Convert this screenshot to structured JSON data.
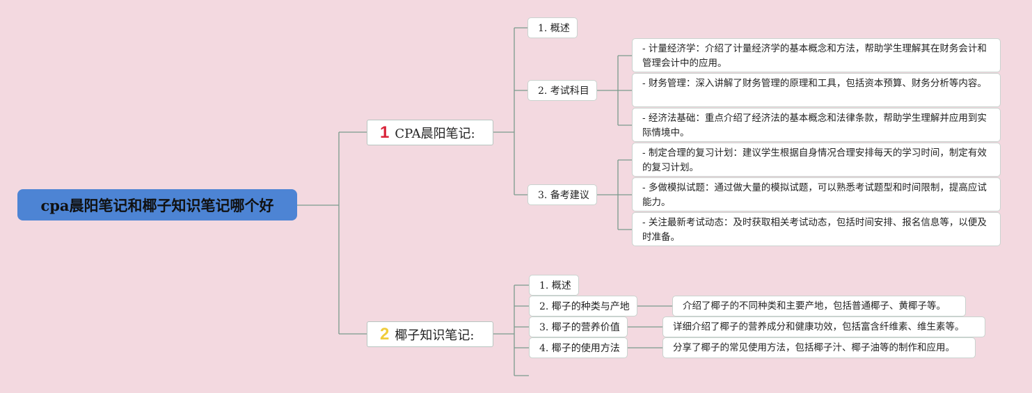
{
  "root": {
    "title": "cpa晨阳笔记和椰子知识笔记哪个好"
  },
  "branches": [
    {
      "number": "1",
      "number_color": "#d9243a",
      "label": "CPA晨阳笔记:",
      "subs": [
        {
          "label": "1. 概述",
          "details": []
        },
        {
          "label": "2. 考试科目",
          "details": [
            "- 计量经济学：介绍了计量经济学的基本概念和方法，帮助学生理解其在财务会计和管理会计中的应用。",
            "- 财务管理：深入讲解了财务管理的原理和工具，包括资本预算、财务分析等内容。",
            "- 经济法基础：重点介绍了经济法的基本概念和法律条款，帮助学生理解并应用到实际情境中。"
          ]
        },
        {
          "label": "3. 备考建议",
          "details": [
            "- 制定合理的复习计划：建议学生根据自身情况合理安排每天的学习时间，制定有效的复习计划。",
            "- 多做模拟试题：通过做大量的模拟试题，可以熟悉考试题型和时间限制，提高应试能力。",
            "- 关注最新考试动态：及时获取相关考试动态，包括时间安排、报名信息等，以便及时准备。"
          ]
        }
      ]
    },
    {
      "number": "2",
      "number_color": "#f0cc3a",
      "label": "椰子知识笔记:",
      "subs": [
        {
          "label": "1. 概述",
          "details": []
        },
        {
          "label": "2. 椰子的种类与产地",
          "details": [
            "介绍了椰子的不同种类和主要产地，包括普通椰子、黄椰子等。"
          ]
        },
        {
          "label": "3. 椰子的营养价值",
          "details": [
            "详细介绍了椰子的营养成分和健康功效，包括富含纤维素、维生素等。"
          ]
        },
        {
          "label": "4. 椰子的使用方法",
          "details": [
            "分享了椰子的常见使用方法，包括椰子汁、椰子油等的制作和应用。"
          ]
        }
      ]
    }
  ],
  "colors": {
    "background": "#f3d9e0",
    "root_fill": "#4d84d4",
    "connector": "#7a9a8c"
  }
}
